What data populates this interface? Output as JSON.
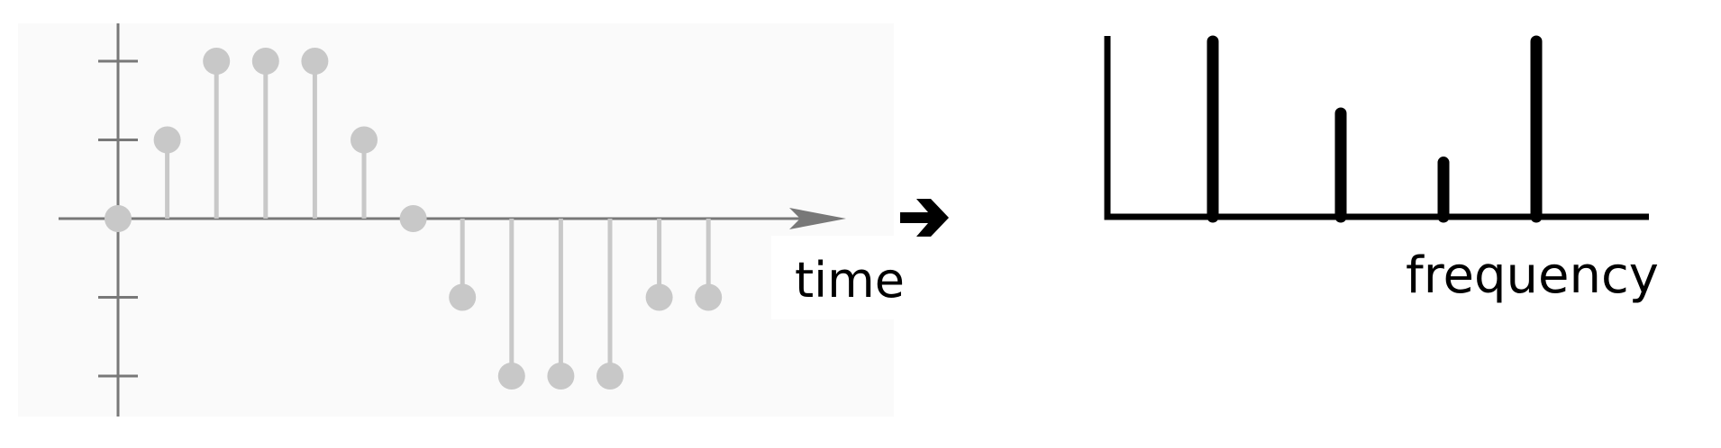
{
  "colors": {
    "panel_bg": "#fafafa",
    "axis_gray": "#787878",
    "stem_gray": "#c8c8c8",
    "spectrum_black": "#000000",
    "label_box": "#ffffff"
  },
  "time_plot": {
    "x_label": "time",
    "values": [
      0,
      1,
      2,
      2,
      2,
      1,
      0,
      -1,
      -2,
      -2,
      -2,
      -1,
      -1
    ],
    "y_ticks": [
      2,
      1,
      -1,
      -2
    ]
  },
  "transform_arrow": {
    "icon": "right-arrow-icon"
  },
  "frequency_plot": {
    "x_label": "frequency",
    "spike_positions": [
      1,
      2.1,
      3.0,
      3.8
    ],
    "spike_heights": [
      1.0,
      0.59,
      0.31,
      1.0
    ]
  },
  "chart_data": [
    {
      "type": "stem",
      "title": "",
      "xlabel": "time",
      "ylabel": "",
      "x": [
        0,
        1,
        2,
        3,
        4,
        5,
        6,
        7,
        8,
        9,
        10,
        11,
        12
      ],
      "values": [
        0,
        1,
        2,
        2,
        2,
        1,
        0,
        -1,
        -2,
        -2,
        -2,
        -1,
        -1
      ],
      "ylim": [
        -2.5,
        2.5
      ],
      "y_ticks": [
        -2,
        -1,
        1,
        2
      ],
      "grid": false,
      "legend": null
    },
    {
      "type": "stem",
      "title": "",
      "xlabel": "frequency",
      "ylabel": "",
      "x": [
        1,
        2.1,
        3.0,
        3.8
      ],
      "values": [
        1.0,
        0.59,
        0.31,
        1.0
      ],
      "ylim": [
        0,
        1
      ],
      "grid": false,
      "legend": null
    }
  ]
}
